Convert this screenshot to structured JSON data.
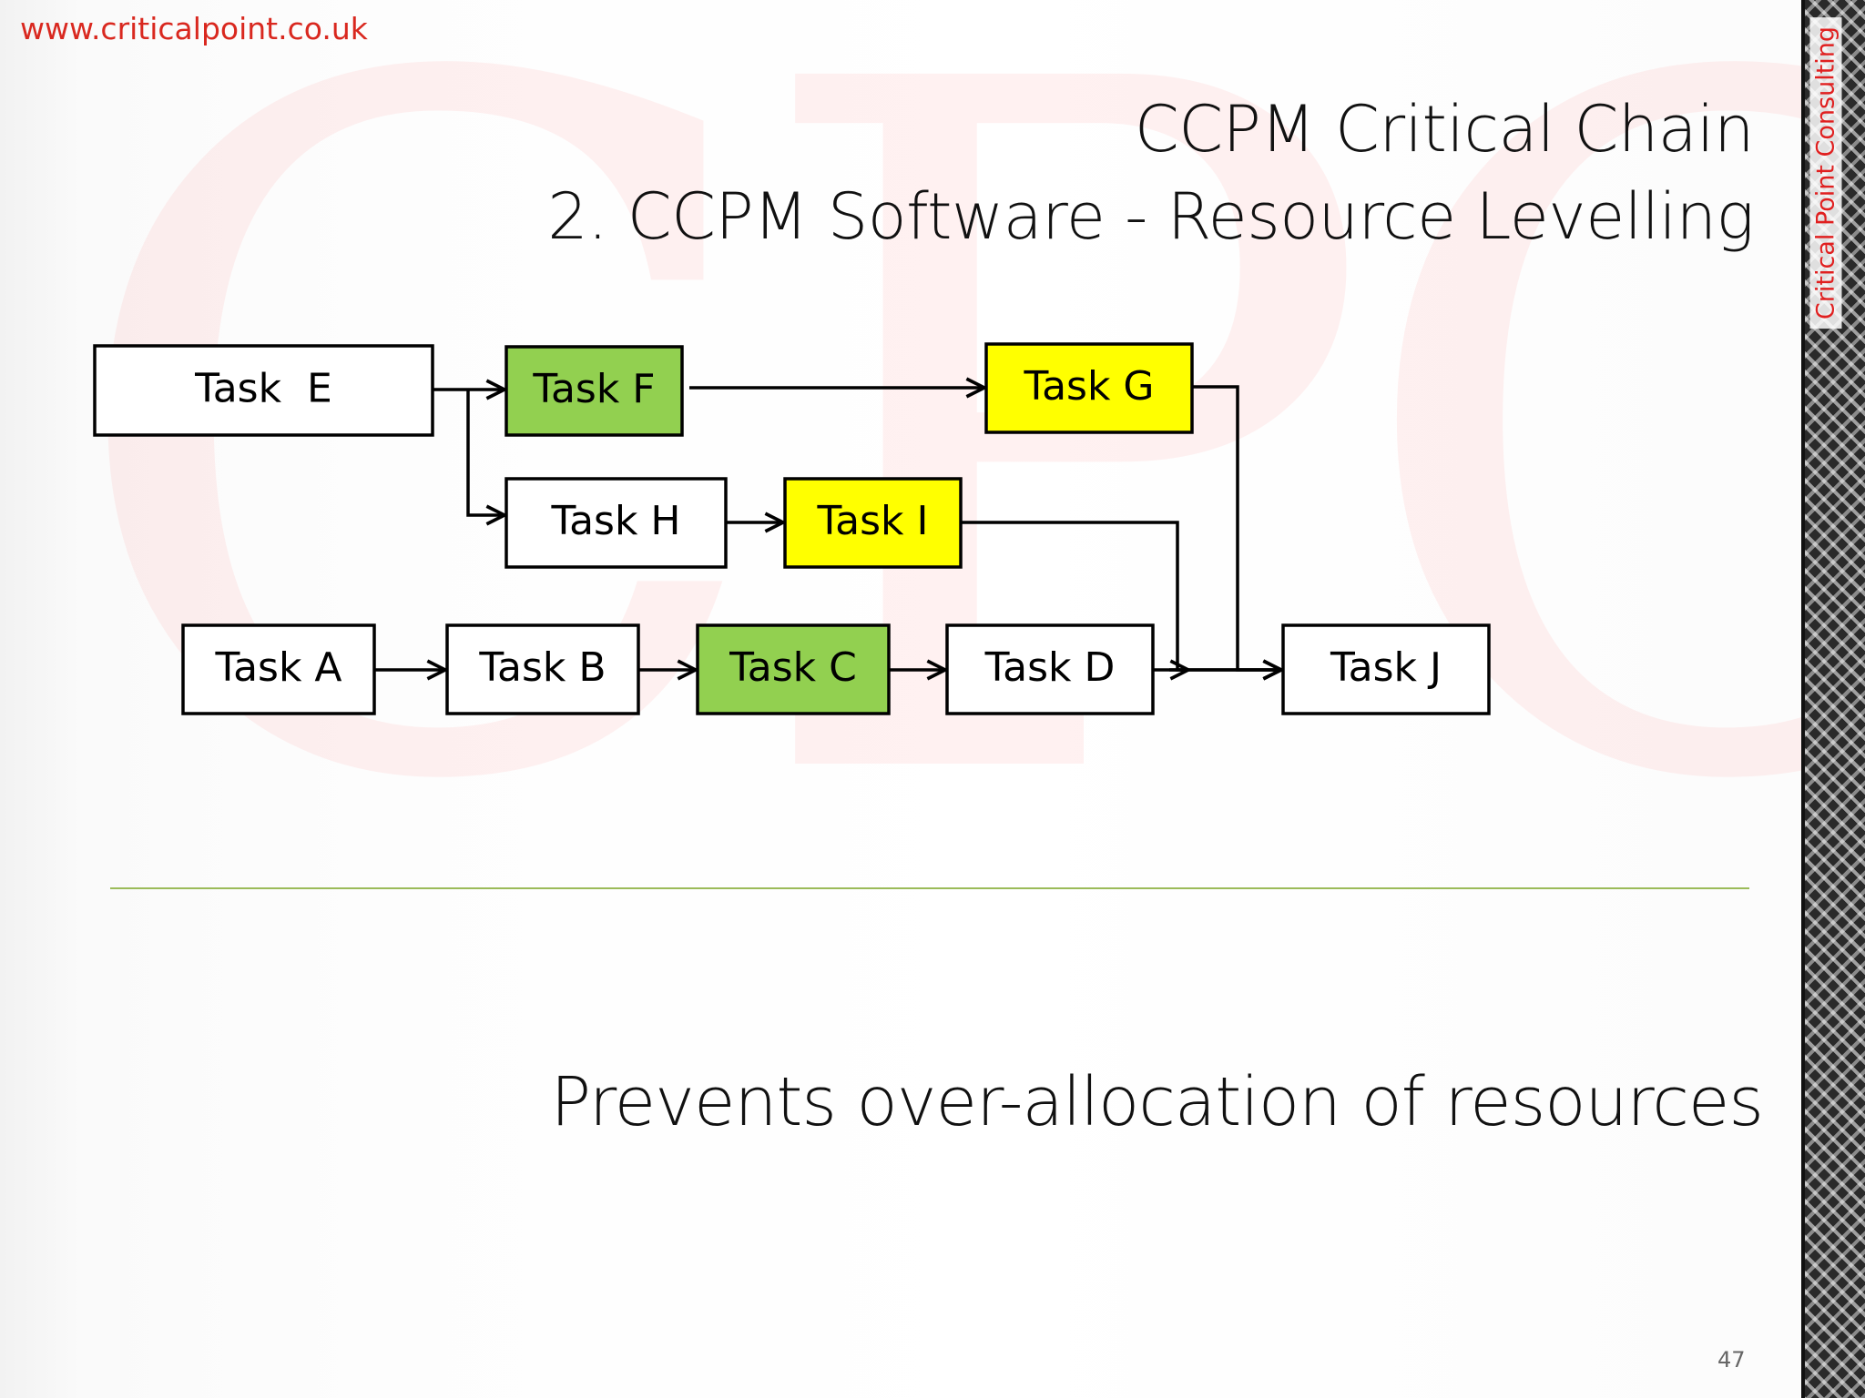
{
  "header": {
    "website": "www.criticalpoint.co.uk",
    "title_line1": "CCPM Critical Chain",
    "title_line2": "2. CCPM Software - Resource Levelling"
  },
  "watermark_text": "CPC",
  "sidebar": {
    "label": "Critical Point Consulting"
  },
  "diagram": {
    "colors": {
      "green": "#92d050",
      "yellow": "#ffff00",
      "white": "#ffffff"
    },
    "tasks": [
      {
        "id": "E",
        "label": "Task  E",
        "fill": "white"
      },
      {
        "id": "F",
        "label": "Task F",
        "fill": "green"
      },
      {
        "id": "G",
        "label": "Task G",
        "fill": "yellow"
      },
      {
        "id": "H",
        "label": "Task H",
        "fill": "white"
      },
      {
        "id": "I",
        "label": "Task I",
        "fill": "yellow"
      },
      {
        "id": "A",
        "label": "Task A",
        "fill": "white"
      },
      {
        "id": "B",
        "label": "Task B",
        "fill": "white"
      },
      {
        "id": "C",
        "label": "Task C",
        "fill": "green"
      },
      {
        "id": "D",
        "label": "Task D",
        "fill": "white"
      },
      {
        "id": "J",
        "label": "Task J",
        "fill": "white"
      }
    ],
    "dependencies": [
      {
        "from": "E",
        "to": "F"
      },
      {
        "from": "E",
        "to": "H"
      },
      {
        "from": "F",
        "to": "G"
      },
      {
        "from": "H",
        "to": "I"
      },
      {
        "from": "A",
        "to": "B"
      },
      {
        "from": "B",
        "to": "C"
      },
      {
        "from": "C",
        "to": "D"
      },
      {
        "from": "D",
        "to": "J"
      },
      {
        "from": "I",
        "to": "J"
      },
      {
        "from": "G",
        "to": "J"
      }
    ]
  },
  "footer": {
    "caption": "Prevents over-allocation of resources",
    "page_number": "47"
  }
}
